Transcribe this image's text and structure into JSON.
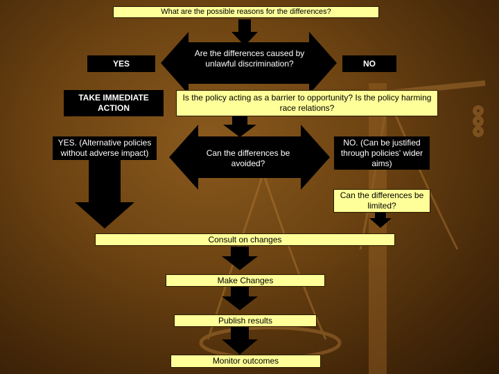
{
  "boxes": {
    "reasons": "What are the possible reasons for the differences?",
    "yes": "YES",
    "discrimination": "Are the differences caused by unlawful discrimination?",
    "no": "NO",
    "take_action": "TAKE IMMEDIATE ACTION",
    "barrier": "Is the policy acting as a barrier to opportunity? Is the policy harming race relations?",
    "alternative": "YES. (Alternative policies without adverse impact)",
    "avoided": "Can the differences be avoided?",
    "justified": "NO. (Can be justified through policies' wider aims)",
    "limited": "Can the differences be limited?",
    "consult": "Consult on changes",
    "make_changes": "Make Changes",
    "publish": "Publish results",
    "monitor": "Monitor outcomes"
  },
  "colors": {
    "box_fill": "#ffff99",
    "arrow": "#000000",
    "background": "#6e4412"
  }
}
